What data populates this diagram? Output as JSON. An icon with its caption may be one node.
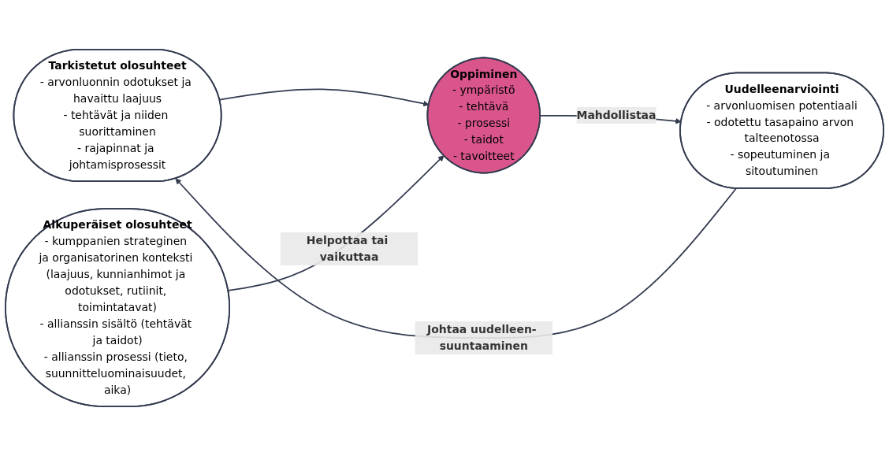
{
  "diagram": {
    "nodes": [
      {
        "text": [
          "Tarkistetut olosuhteet",
          "- arvonluonnin odotukset ja havaittu laajuus",
          "- tehtävät ja niiden suorittaminen",
          "- rajapinnat ja johtamisprosessit"
        ]
      },
      {
        "text": [
          "Uudelleenarviointi",
          "- arvonluomisen potentiaali",
          "- odotettu tasapaino arvon talteenotossa",
          "- sopeutuminen ja sitoutuminen"
        ]
      },
      {
        "text": [
          "Alkuperäiset olosuhteet",
          "- kumppanien strateginen ja organisatorinen konteksti (laajuus, kunnianhimot ja odotukset, rutiinit, toimintatavat)",
          "- allianssin sisältö (tehtävät ja taidot)",
          "- allianssin prosessi (tieto, suunnitteluominaisuudet, aika)"
        ]
      },
      {
        "text": [
          "Oppiminen",
          "- ympäristö",
          "- tehtävä",
          "- prosessi",
          "- taidot",
          "- tavoitteet"
        ]
      }
    ],
    "edges": [
      {
        "from": 1,
        "to": 0,
        "arrow": "to",
        "label": "Johtaa uudelleen- suuntaaminen"
      },
      {
        "from": 0,
        "to": 3,
        "arrow": "to"
      },
      {
        "from": 3,
        "to": 1,
        "arrow": "to",
        "label": "Mahdollistaa"
      },
      {
        "from": 2,
        "to": 3,
        "arrow": "to",
        "label": "Helpottaa tai vaikuttaa"
      }
    ]
  }
}
